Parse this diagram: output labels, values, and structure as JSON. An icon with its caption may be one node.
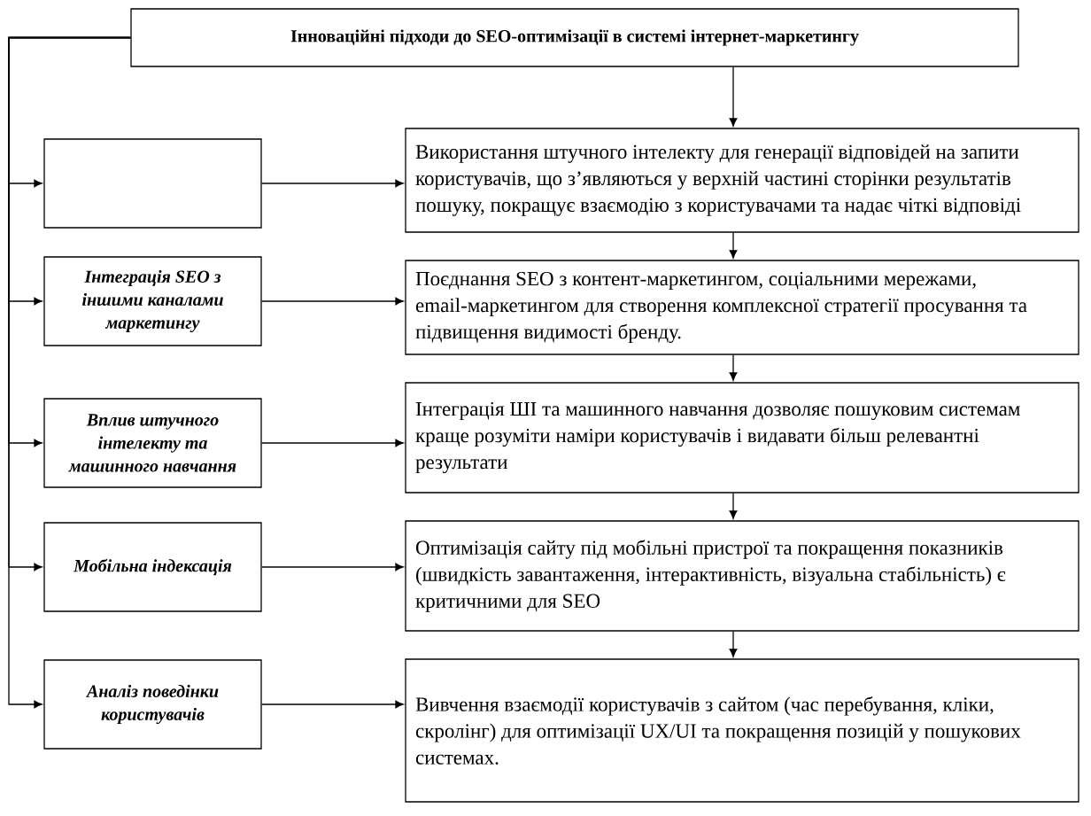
{
  "diagram": {
    "nodes": [
      {
        "text": [
          "Інноваційні підходи до SEO-оптимізації в системі інтернет-маркетингу"
        ]
      },
      {
        "text": [],
        "shape": "box"
      },
      {
        "text": [
          "Використання штучного інтелекту для генерації відповідей на запити користувачів, що з’являються у верхній частині сторінки результатів пошуку, покращує взаємодію з користувачами та надає чіткі відповіді"
        ]
      },
      {
        "text": [
          "Інтеграція SEO з іншими каналами маркетингу"
        ]
      },
      {
        "text": [
          "Поєднання SEO з контент-маркетингом, соціальними мережами, email-маркетингом для створення комплексної стратегії просування та підвищення видимості бренду."
        ]
      },
      {
        "text": [
          "Вплив штучного інтелекту та машинного навчання"
        ]
      },
      {
        "text": [
          "Інтеграція ШІ та машинного навчання дозволяє пошуковим системам краще розуміти наміри користувачів і видавати більш релевантні результати"
        ]
      },
      {
        "text": [
          "Мобільна індексація"
        ]
      },
      {
        "text": [
          "Оптимізація сайту під мобільні пристрої та покращення показників (швидкість завантаження, інтерактивність, візуальна стабільність) є критичними для SEO"
        ]
      },
      {
        "text": [
          "Аналіз поведінки користувачів"
        ]
      },
      {
        "text": [
          "Вивчення взаємодії користувачів з сайтом (час перебування, кліки, скролінг) для оптимізації UX/UI та покращення позицій у пошукових системах."
        ]
      }
    ],
    "edges": [
      {
        "from": 0,
        "to": 2,
        "arrow": "to"
      },
      {
        "from": 2,
        "to": 4,
        "arrow": "to"
      },
      {
        "from": 4,
        "to": 6,
        "arrow": "to"
      },
      {
        "from": 6,
        "to": 8,
        "arrow": "to"
      },
      {
        "from": 8,
        "to": 10,
        "arrow": "to"
      },
      {
        "from": 0,
        "to": 1,
        "arrow": "to"
      },
      {
        "from": 0,
        "to": 3,
        "arrow": "to"
      },
      {
        "from": 0,
        "to": 5,
        "arrow": "to"
      },
      {
        "from": 0,
        "to": 7,
        "arrow": "to"
      },
      {
        "from": 0,
        "to": 9,
        "arrow": "to"
      },
      {
        "from": 1,
        "to": 2,
        "arrow": "to"
      },
      {
        "from": 3,
        "to": 4,
        "arrow": "to"
      },
      {
        "from": 5,
        "to": 6,
        "arrow": "to"
      },
      {
        "from": 7,
        "to": 8,
        "arrow": "to"
      },
      {
        "from": 9,
        "to": 10,
        "arrow": "to"
      }
    ]
  }
}
